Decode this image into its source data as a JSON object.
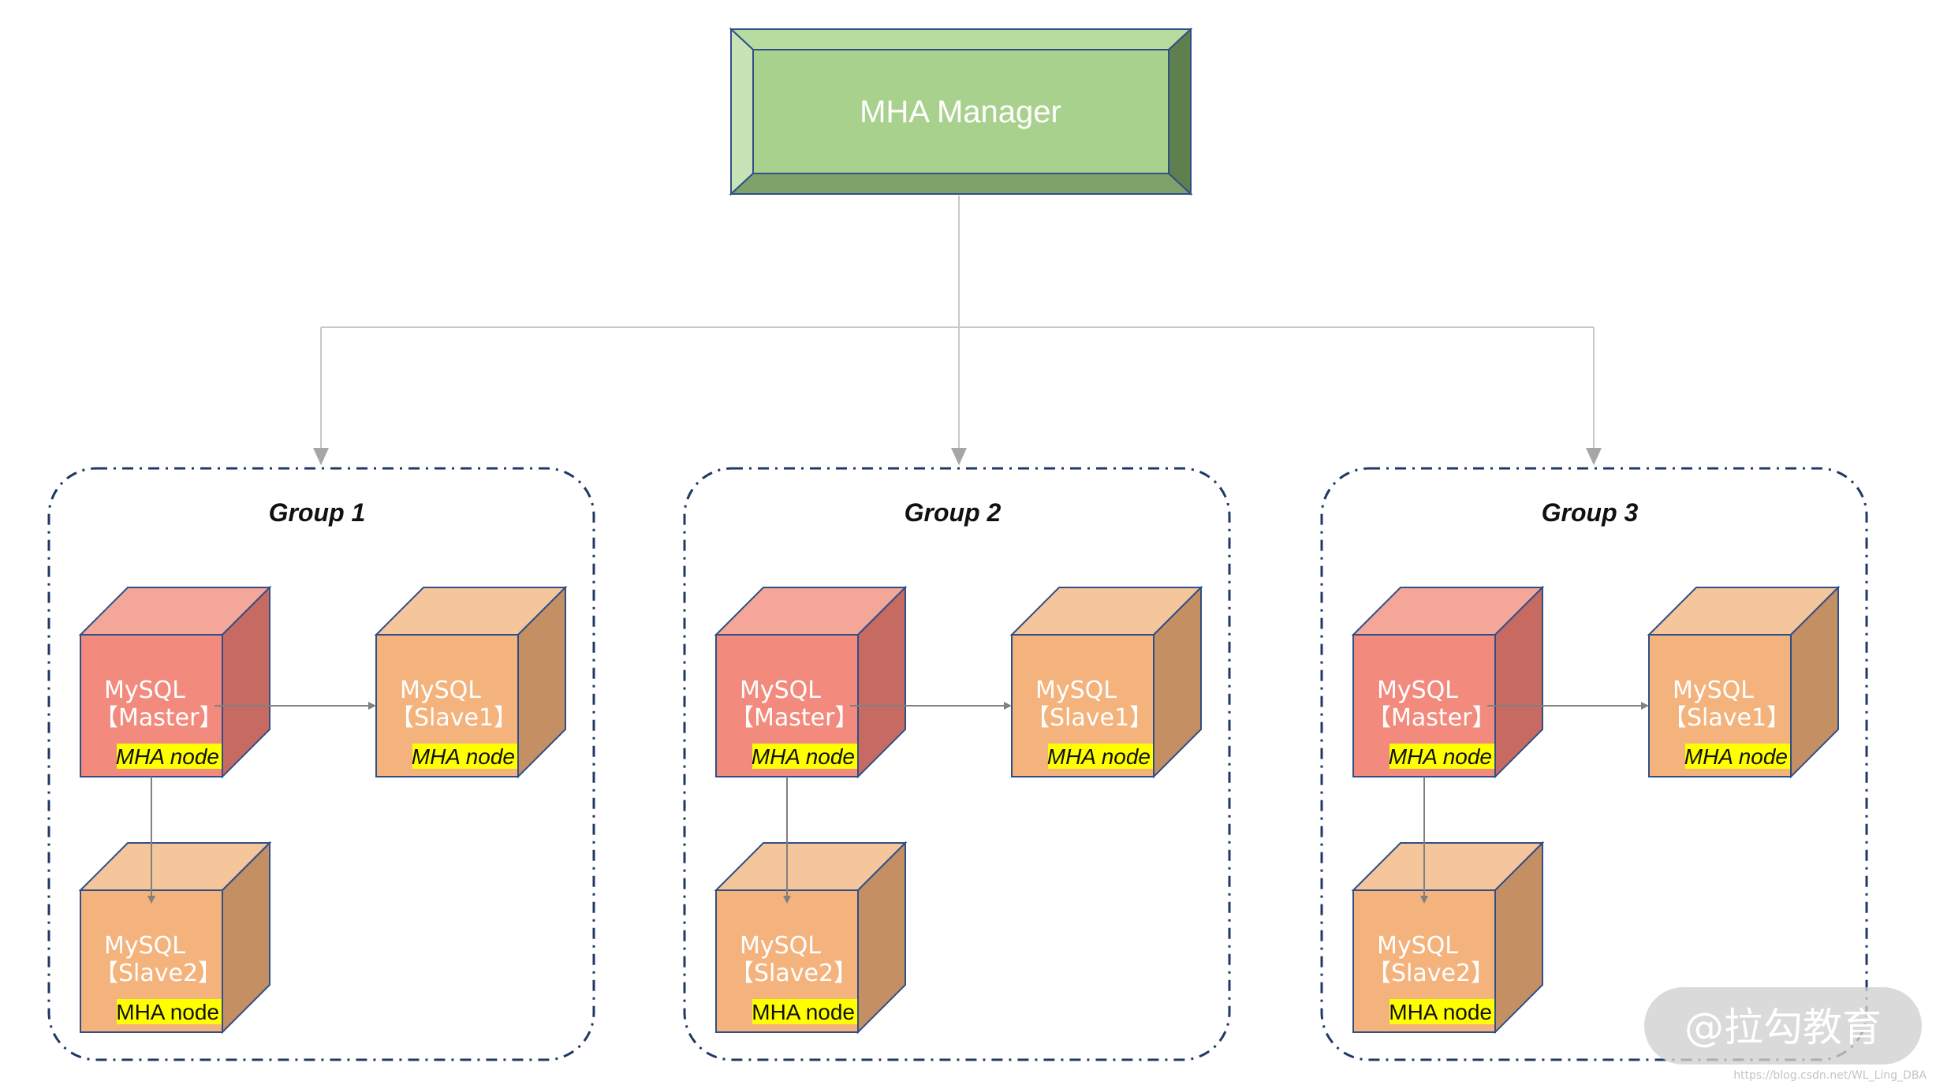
{
  "manager": {
    "label": "MHA Manager"
  },
  "groups": [
    {
      "title": "Group 1",
      "master": {
        "name": "MySQL",
        "role": "【Master】",
        "node": "MHA node",
        "node_italic": true
      },
      "slave1": {
        "name": "MySQL",
        "role": "【Slave1】",
        "node": "MHA node",
        "node_italic": true
      },
      "slave2": {
        "name": "MySQL",
        "role": "【Slave2】",
        "node": "MHA node",
        "node_italic": false
      }
    },
    {
      "title": "Group 2",
      "master": {
        "name": "MySQL",
        "role": "【Master】",
        "node": "MHA node",
        "node_italic": true
      },
      "slave1": {
        "name": "MySQL",
        "role": "【Slave1】",
        "node": "MHA node",
        "node_italic": true
      },
      "slave2": {
        "name": "MySQL",
        "role": "【Slave2】",
        "node": "MHA node",
        "node_italic": false
      }
    },
    {
      "title": "Group 3",
      "master": {
        "name": "MySQL",
        "role": "【Master】",
        "node": "MHA node",
        "node_italic": true
      },
      "slave1": {
        "name": "MySQL",
        "role": "【Slave1】",
        "node": "MHA node",
        "node_italic": true
      },
      "slave2": {
        "name": "MySQL",
        "role": "【Slave2】",
        "node": "MHA node",
        "node_italic": false
      }
    }
  ],
  "watermark": {
    "label": "@拉勾教育",
    "url": "https://blog.csdn.net/WL_Ling_DBA"
  },
  "colors": {
    "manager_face": "#a9d18e",
    "master_front": "#f28b7d",
    "master_top": "#f4a698",
    "master_side": "#c76b62",
    "slave_front": "#f4b37c",
    "slave_top": "#f5c59b",
    "slave_side": "#c48f63",
    "node_highlight": "#ffff00",
    "group_border": "#1f3864",
    "connector": "#c8c8c8",
    "arrow": "#808080"
  }
}
